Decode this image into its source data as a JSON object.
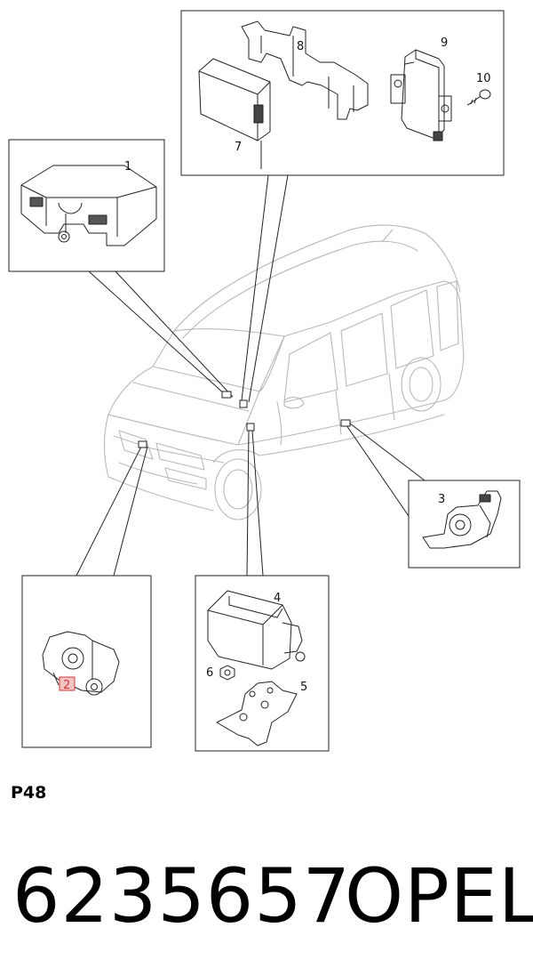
{
  "callouts": {
    "c1": "1",
    "c2": "2",
    "c3": "3",
    "c4": "4",
    "c5": "5",
    "c6": "6",
    "c7": "7",
    "c8": "8",
    "c9": "9",
    "c10": "10"
  },
  "page_code": "P48",
  "part_number": "6235657",
  "brand": "OPEL",
  "colors": {
    "line": "#222222",
    "car_line": "#b8b8b8",
    "highlight_fill": "#f2c4c4",
    "highlight_stroke": "#d23b3b"
  }
}
